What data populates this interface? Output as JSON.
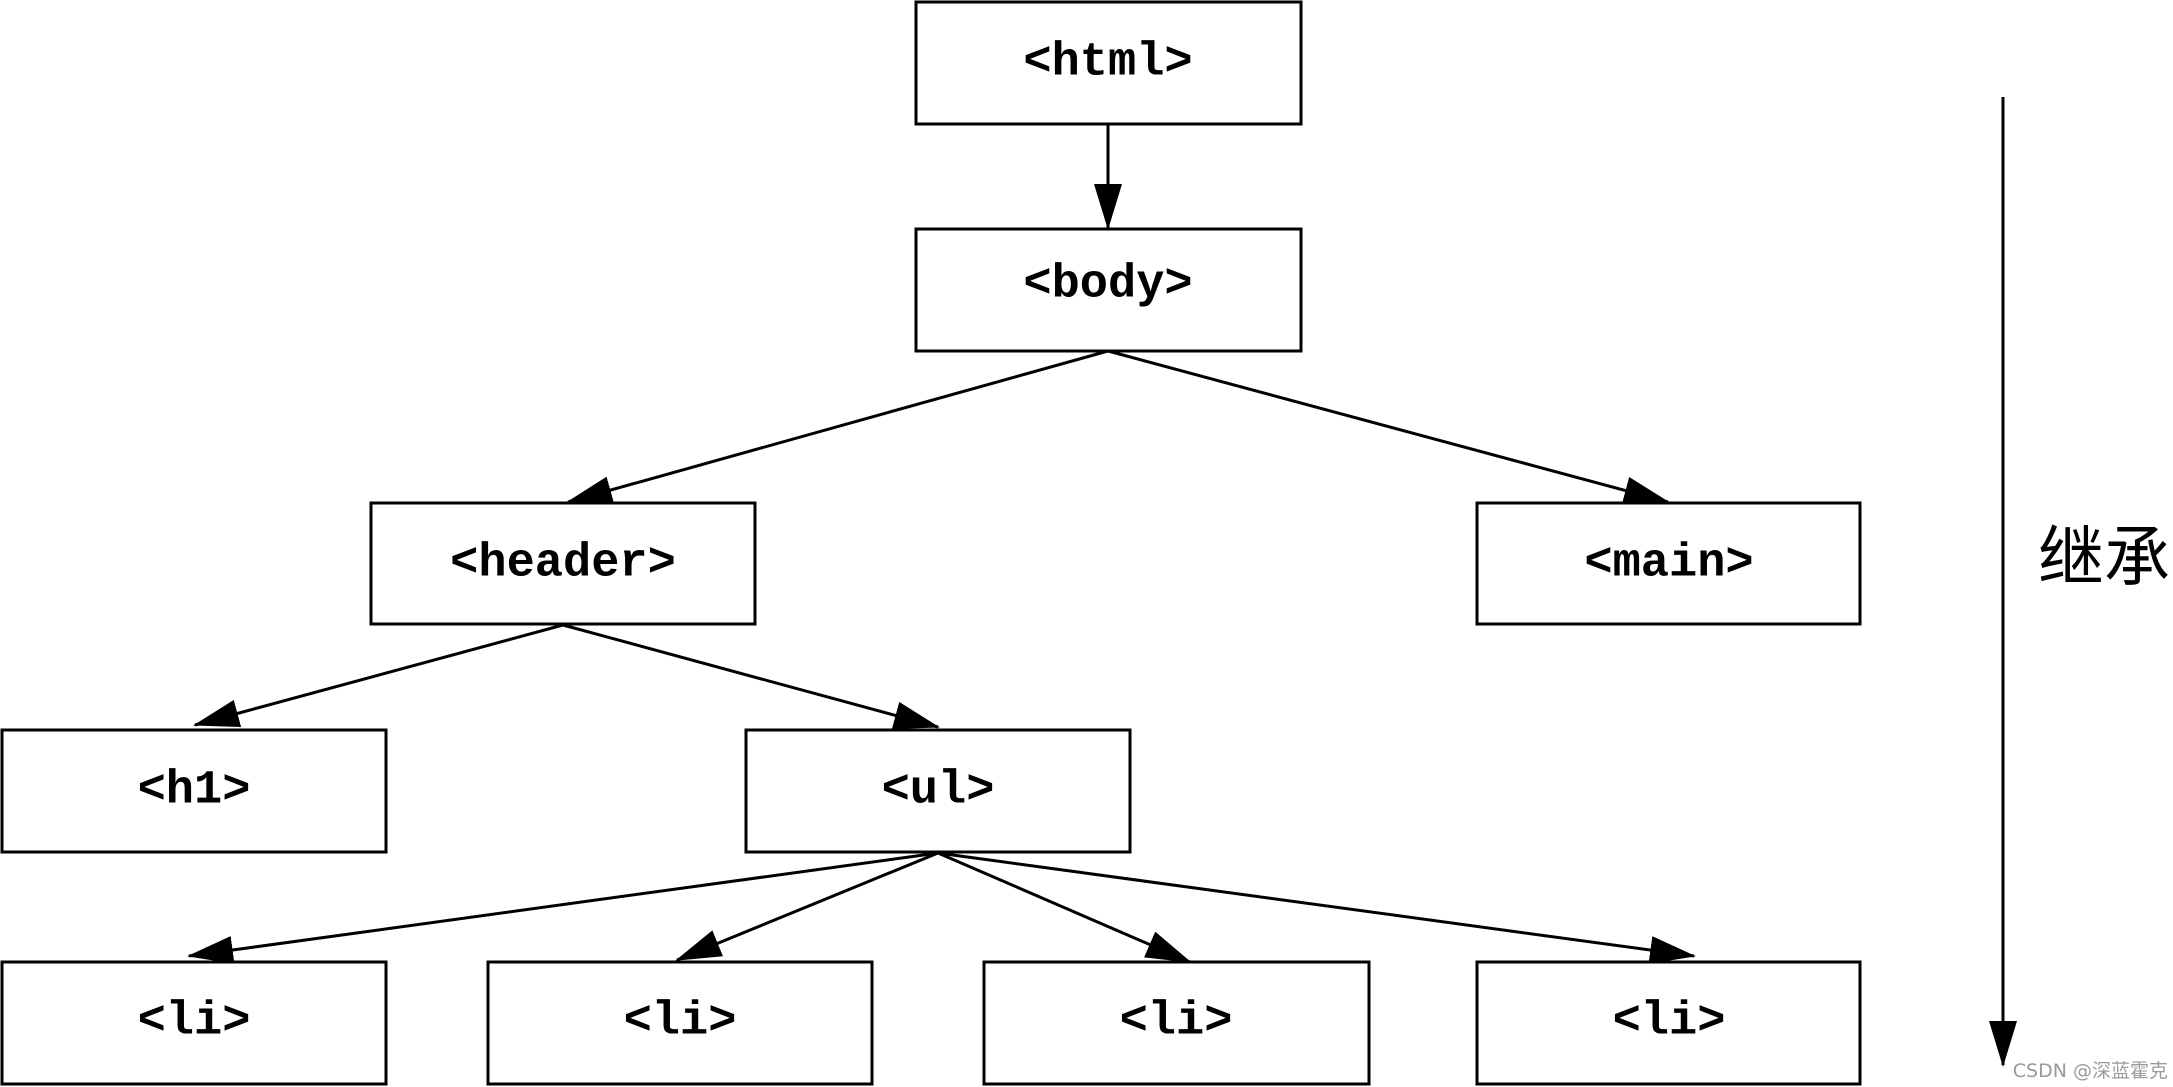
{
  "nodes": {
    "html": "<html>",
    "body": "<body>",
    "header": "<header>",
    "main": "<main>",
    "h1": "<h1>",
    "ul": "<ul>",
    "li_1": "<li>",
    "li_2": "<li>",
    "li_3": "<li>",
    "li_4": "<li>"
  },
  "edges": [
    {
      "from": "html",
      "to": "body"
    },
    {
      "from": "body",
      "to": "header"
    },
    {
      "from": "body",
      "to": "main"
    },
    {
      "from": "header",
      "to": "h1"
    },
    {
      "from": "header",
      "to": "ul"
    },
    {
      "from": "ul",
      "to": "li_1"
    },
    {
      "from": "ul",
      "to": "li_2"
    },
    {
      "from": "ul",
      "to": "li_3"
    },
    {
      "from": "ul",
      "to": "li_4"
    }
  ],
  "side_label": "继承",
  "watermark": "CSDN @深蓝霍克"
}
